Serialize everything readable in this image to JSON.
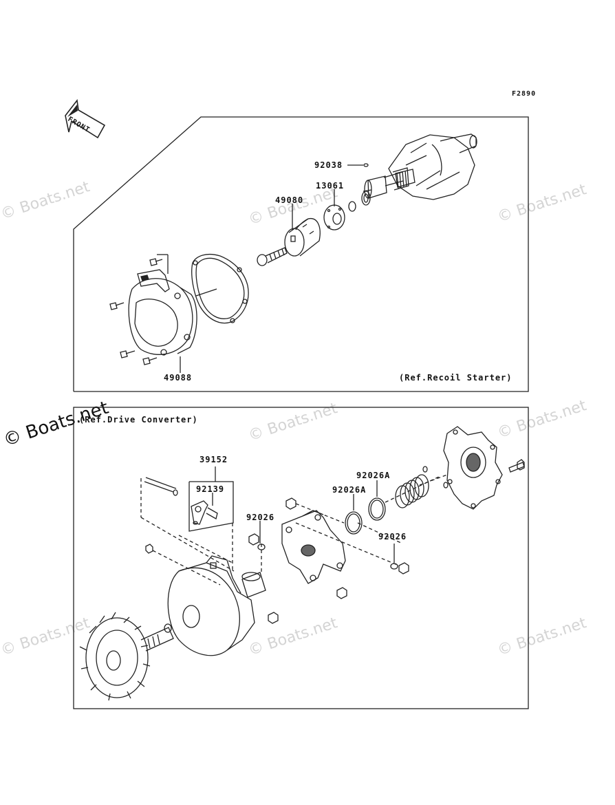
{
  "figure_code": "F2890",
  "front_label": "FRONT",
  "watermark": "© Boats.net",
  "top_panel": {
    "ref_text": "(Ref.Recoil Starter)",
    "parts": [
      "92038",
      "13061",
      "49080",
      "49088"
    ]
  },
  "bottom_panel": {
    "ref_text": "(Ref.Drive Converter)",
    "parts": [
      "39152",
      "92139",
      "92026",
      "92026A",
      "92026A",
      "92026"
    ]
  }
}
